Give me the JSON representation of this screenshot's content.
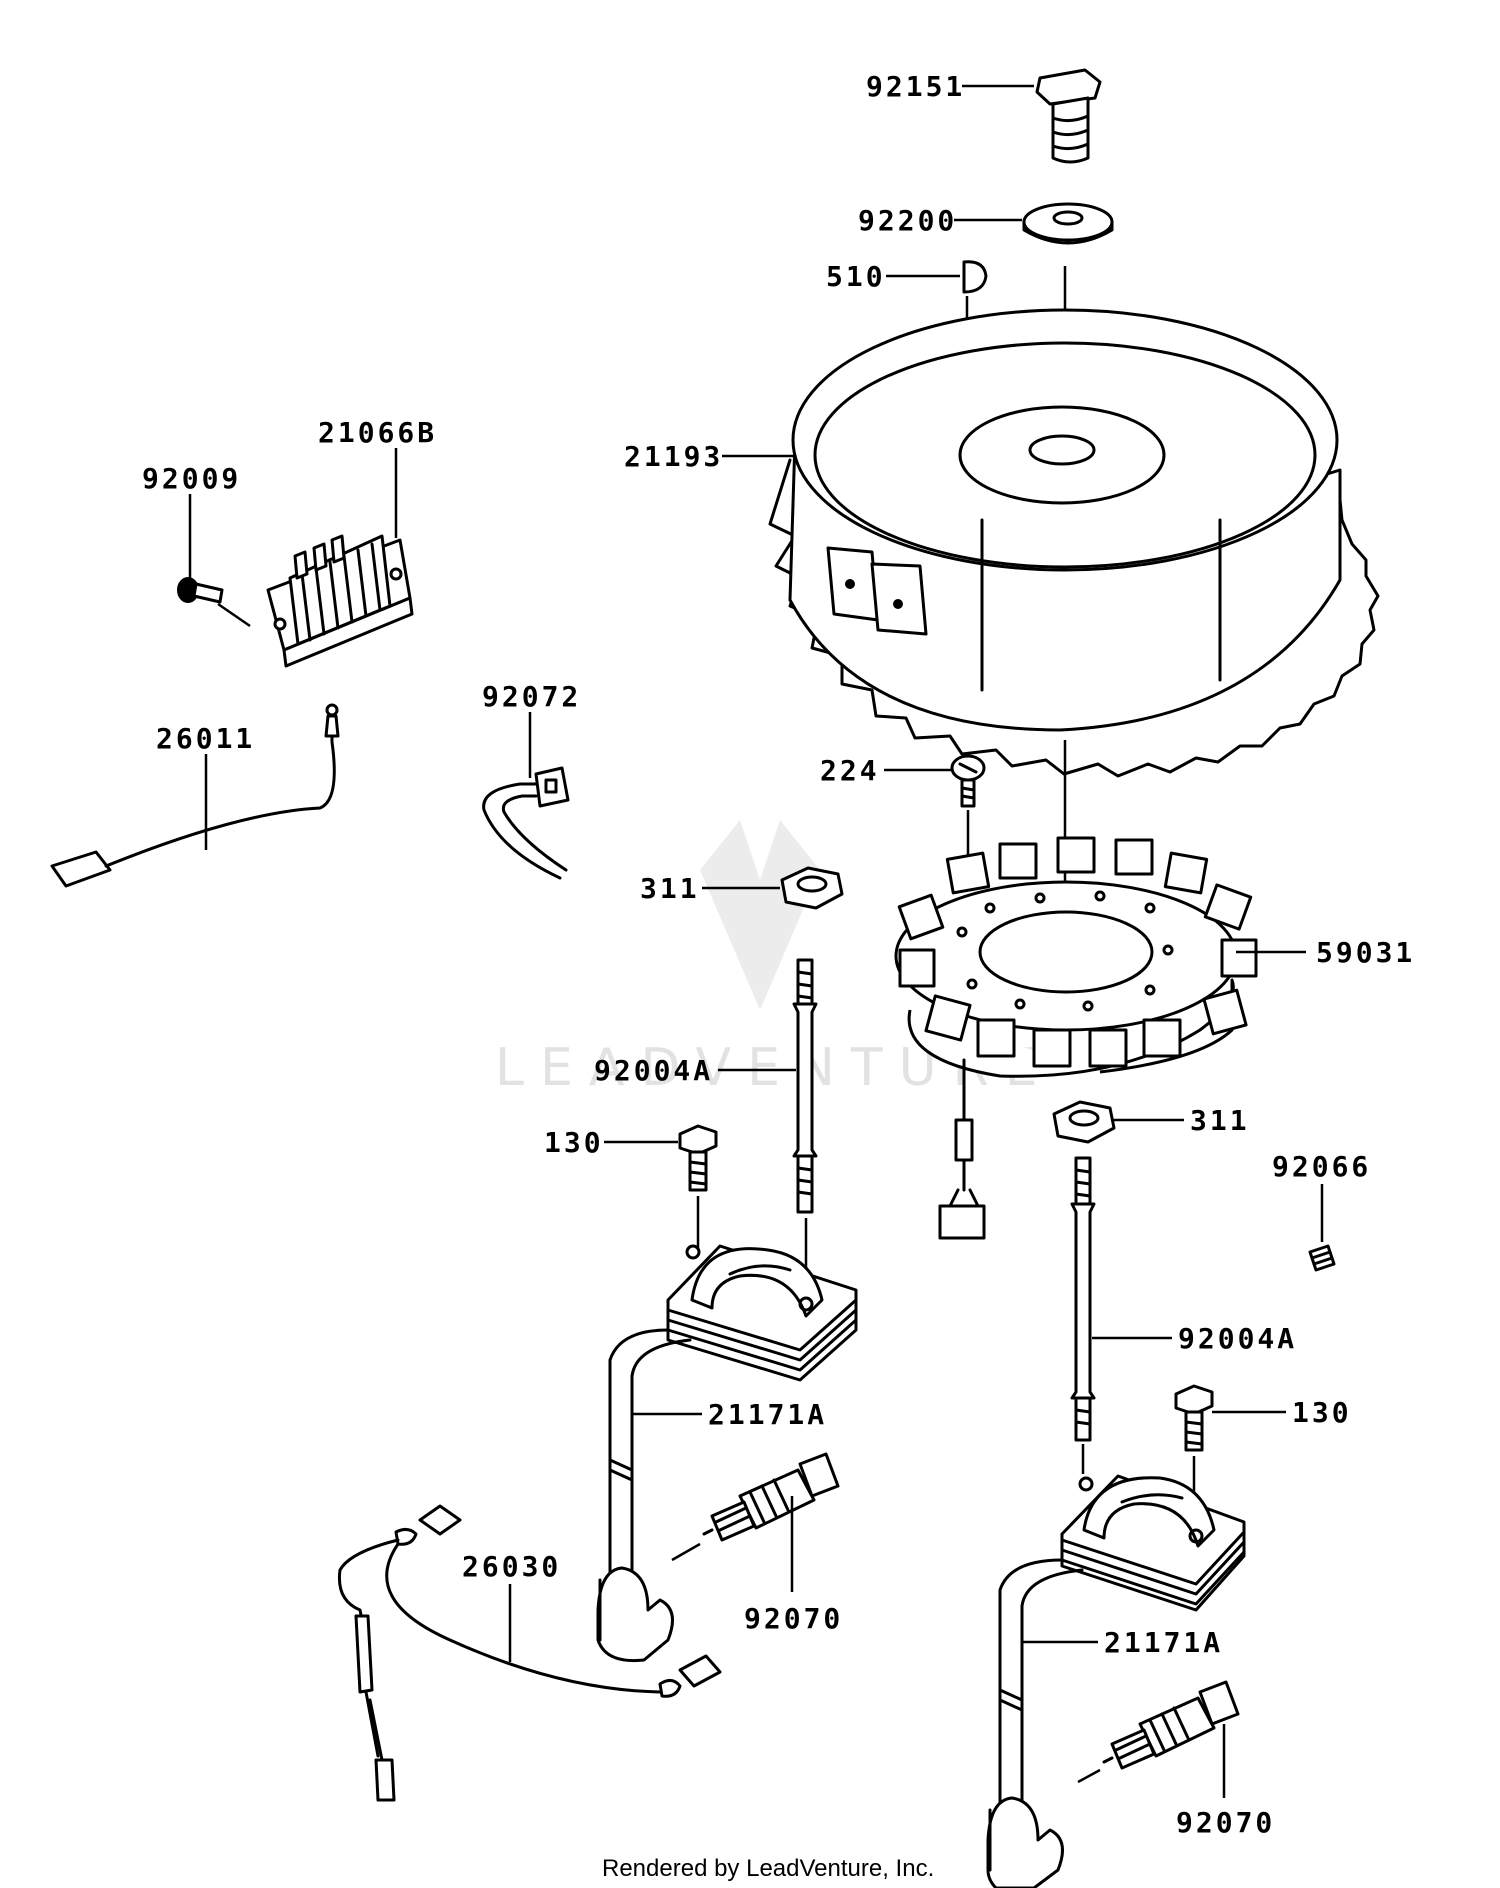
{
  "callouts": {
    "c92151": "92151",
    "c92200": "92200",
    "c510": "510",
    "c21066b": "21066B",
    "c92009": "92009",
    "c21193": "21193",
    "c92072": "92072",
    "c26011": "26011",
    "c224": "224",
    "c311_top": "311",
    "c59031": "59031",
    "c92004a_left": "92004A",
    "c311_right": "311",
    "c130_left": "130",
    "c92066": "92066",
    "c92004a_right": "92004A",
    "c130_right": "130",
    "c21171a_left": "21171A",
    "c26030": "26030",
    "c92070_left": "92070",
    "c21171a_right": "21171A",
    "c92070_right": "92070"
  },
  "watermark": "LEADVENTURE",
  "credit": "Rendered by LeadVenture, Inc.",
  "colors": {
    "ink": "#000000",
    "background": "#ffffff",
    "watermark": "#e2e2e2"
  }
}
